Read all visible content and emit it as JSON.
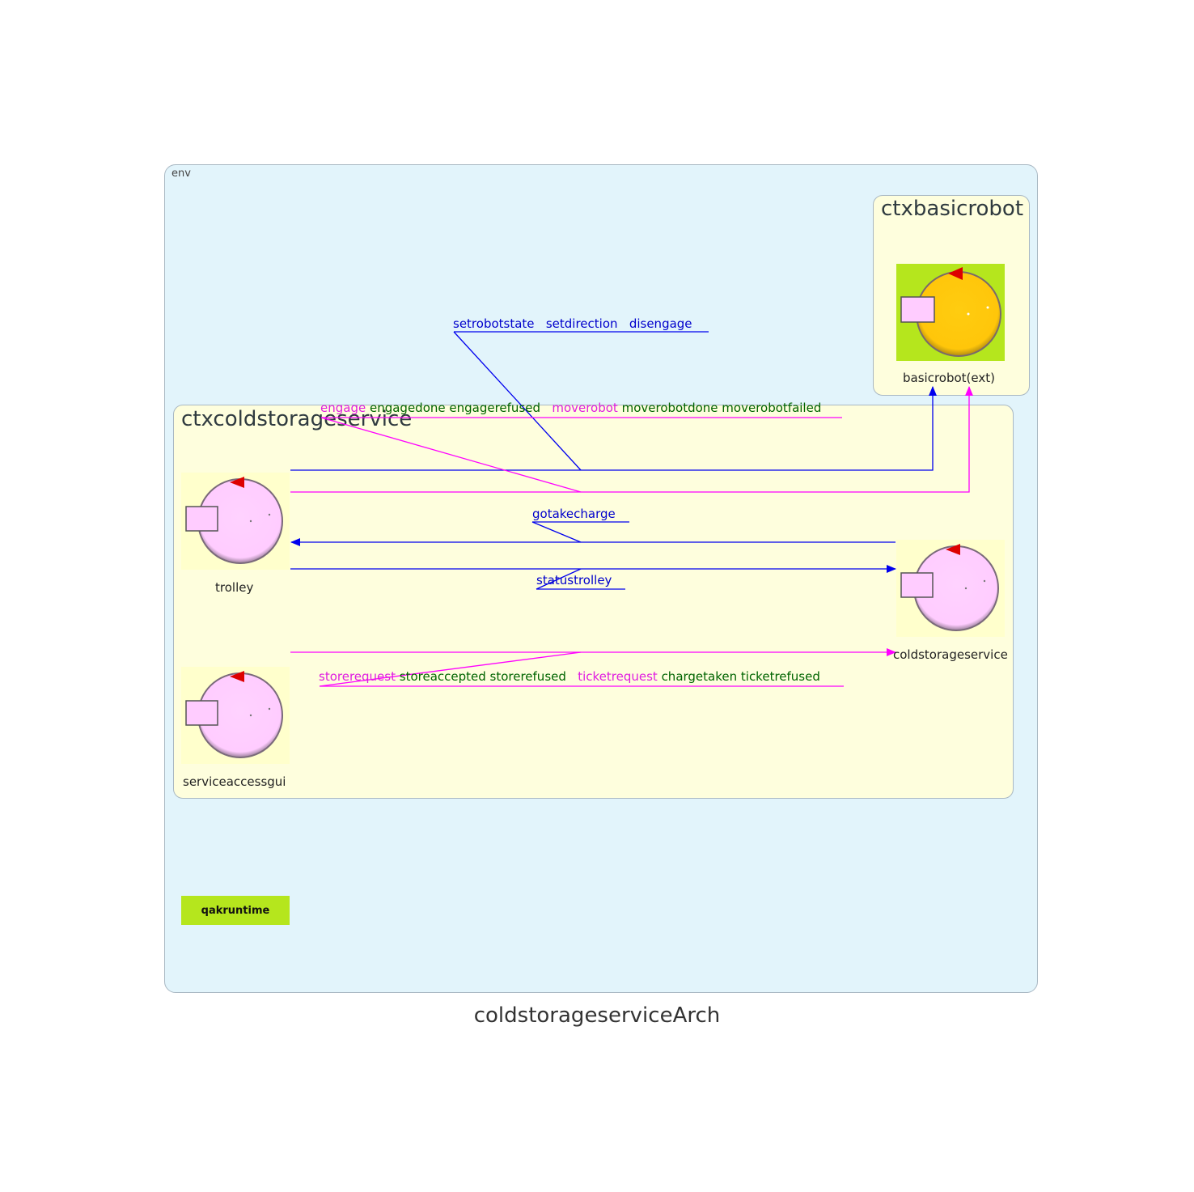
{
  "environment": {
    "label": "env"
  },
  "contexts": {
    "basicrobot": {
      "title": "ctxbasicrobot"
    },
    "coldstorage": {
      "title": "ctxcoldstorageservice"
    }
  },
  "actors": {
    "basicrobot": {
      "label": "basicrobot(ext)",
      "icon": "robot-actor-icon",
      "body_color": "#ffc60a",
      "bg_color": "#b5e61d"
    },
    "trolley": {
      "label": "trolley",
      "icon": "actor-icon",
      "body_color": "#ffccff"
    },
    "coldstorageservice": {
      "label": "coldstorageservice",
      "icon": "actor-icon",
      "body_color": "#ffccff"
    },
    "serviceaccessgui": {
      "label": "serviceaccessgui",
      "icon": "actor-icon",
      "body_color": "#ffccff"
    }
  },
  "messages": {
    "robot_dispatch": {
      "m1": "setrobotstate",
      "m2": "setdirection",
      "m3": "disengage"
    },
    "robot_request": {
      "r1": "engage",
      "r1_replies": "engagedone engagerefused",
      "r2": "moverobot",
      "r2_replies": "moverobotdone moverobotfailed"
    },
    "gotakecharge": "gotakecharge",
    "statustrolley": "statustrolley",
    "service_request": {
      "r1": "storerequest",
      "r1_replies": "storeaccepted storerefused",
      "r2": "ticketrequest",
      "r2_replies": "chargetaken ticketrefused"
    }
  },
  "runtime": {
    "label": "qakruntime",
    "color": "#b5e61d"
  },
  "title": "coldstorageserviceArch",
  "colors": {
    "dispatch": "#0000ee",
    "request": "#ff00ff",
    "reply": "#006400"
  }
}
